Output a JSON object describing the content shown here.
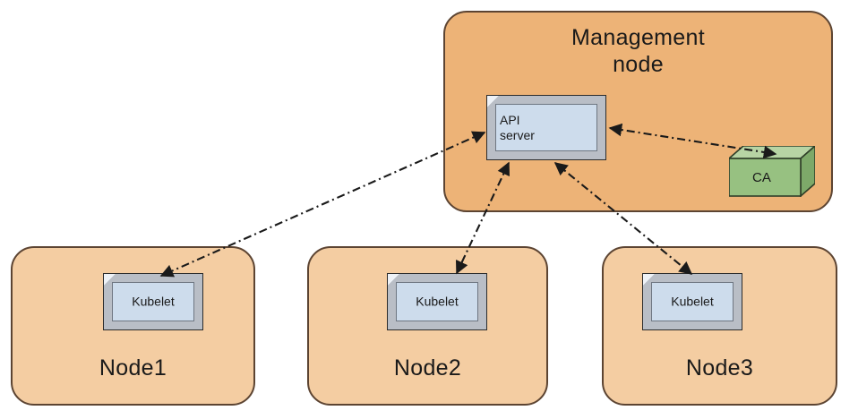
{
  "diagram": {
    "title": "Kubernetes node / API server / CA trust diagram",
    "colors": {
      "management_fill": "#edb377",
      "node_fill": "#f4cda2",
      "component_fill": "#cddcec",
      "component_bevel": "#b9bec6",
      "ca_fill": "#97c181",
      "ca_top": "#b7d4a4",
      "ca_side": "#7da969",
      "outline": "#5c4432",
      "edge_stroke": "#1a1a1a",
      "background": "#ffffff"
    },
    "management_node": {
      "label": "Management\nnode",
      "api_server": {
        "label": "API\nserver"
      },
      "ca": {
        "label": "CA"
      }
    },
    "nodes": [
      {
        "label": "Node1",
        "component": {
          "label": "Kubelet"
        }
      },
      {
        "label": "Node2",
        "component": {
          "label": "Kubelet"
        }
      },
      {
        "label": "Node3",
        "component": {
          "label": "Kubelet"
        }
      }
    ],
    "edges": [
      {
        "name": "api-server-to-kubelet1",
        "style": "dash-dot",
        "arrows": "both"
      },
      {
        "name": "api-server-to-kubelet2",
        "style": "dash-dot",
        "arrows": "both"
      },
      {
        "name": "api-server-to-kubelet3",
        "style": "dash-dot",
        "arrows": "both"
      },
      {
        "name": "api-server-to-ca",
        "style": "dash-dot",
        "arrows": "both"
      }
    ]
  }
}
